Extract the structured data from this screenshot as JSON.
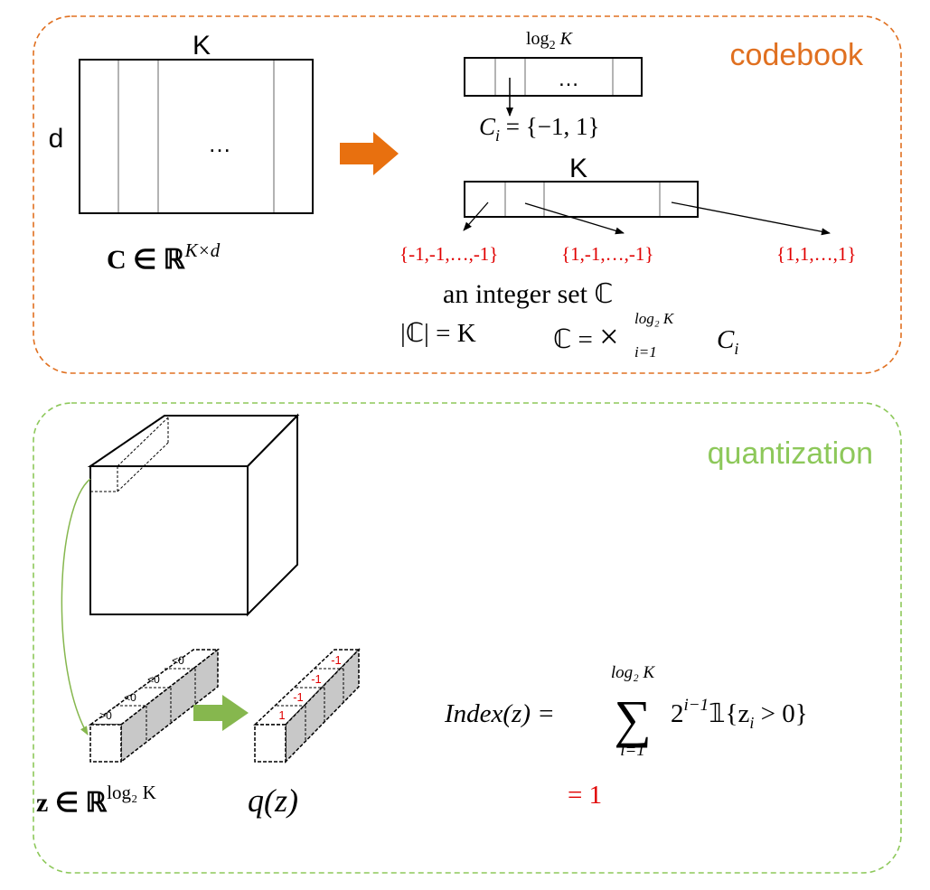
{
  "colors": {
    "codebook_accent": "#E07020",
    "quantization_accent": "#8DC85A",
    "arrow_orange": "#E8700F",
    "arrow_green": "#86B74E",
    "red_text": "#E00000",
    "line": "#000000",
    "column_divider": "#9a9a9a",
    "cell_shade": "#c8c8c8"
  },
  "codebook": {
    "label": "codebook",
    "matrix": {
      "top_label": "K",
      "side_label": "d",
      "ellipsis": "…",
      "caption": {
        "main": "C ∈ ℝ",
        "sup": "K×d"
      }
    },
    "small_vector": {
      "top_label": {
        "pre": "log",
        "sub": "2",
        "post": " K"
      },
      "ellipsis": "…",
      "set_label": {
        "var": "C",
        "sub": "i",
        "rest": " = {−1, 1}"
      }
    },
    "big_vector": {
      "top_label": "K",
      "entries": [
        "{-1,-1,…,-1}",
        "{1,-1,…,-1}",
        "{1,1,…,1}"
      ]
    },
    "integer_set": {
      "title": "an integer set ℂ",
      "cardinality": "|ℂ| = K",
      "product": {
        "lhs": "ℂ = ",
        "op": "×",
        "sup": "log₂ K",
        "sub": "i=1",
        "rhs_var": "C",
        "rhs_sub": "i"
      }
    }
  },
  "quantization": {
    "label": "quantization",
    "z_cells": [
      ">0",
      "<0",
      "<0",
      "<0"
    ],
    "q_cells": [
      "1",
      "-1",
      "-1",
      "-1"
    ],
    "z_caption": {
      "main": "z ∈ ℝ",
      "sup": "log₂ K"
    },
    "q_caption": "q(z)",
    "formula": {
      "lhs": "Index(z) = ",
      "sum_top": "log₂ K",
      "sum_bottom": "i=1",
      "sum_symbol": "∑",
      "body_base": "2",
      "body_sup": "i−1",
      "body_rest": "𝟙{z",
      "body_sub": "i",
      "body_end": " > 0}",
      "result": "= 1"
    }
  }
}
